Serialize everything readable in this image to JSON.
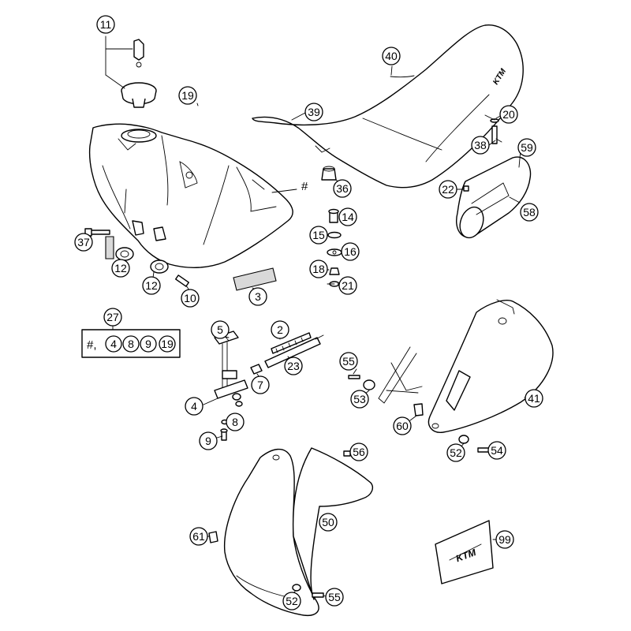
{
  "diagram": {
    "callouts": {
      "c11": "11",
      "c19": "19",
      "c40": "40",
      "c39": "39",
      "c20": "20",
      "c38": "38",
      "c59": "59",
      "c22": "22",
      "c58": "58",
      "c36": "36",
      "c14": "14",
      "c15": "15",
      "c16": "16",
      "c18": "18",
      "c21": "21",
      "c37": "37",
      "c12a": "12",
      "c12b": "12",
      "c10": "10",
      "c3": "3",
      "c27": "27",
      "c5": "5",
      "c2": "2",
      "c23": "23",
      "c7": "7",
      "c4": "4",
      "c8": "8",
      "c9": "9",
      "c55a": "55",
      "c53": "53",
      "c41": "41",
      "c60": "60",
      "c52a": "52",
      "c54": "54",
      "c56": "56",
      "c50": "50",
      "c61": "61",
      "c99": "99",
      "c52b": "52",
      "c55b": "55"
    },
    "kit_box": {
      "hash": "#,",
      "items": [
        "4",
        "8",
        "9",
        "19"
      ]
    },
    "tank_hash": "#",
    "brand_text": "KTM"
  }
}
